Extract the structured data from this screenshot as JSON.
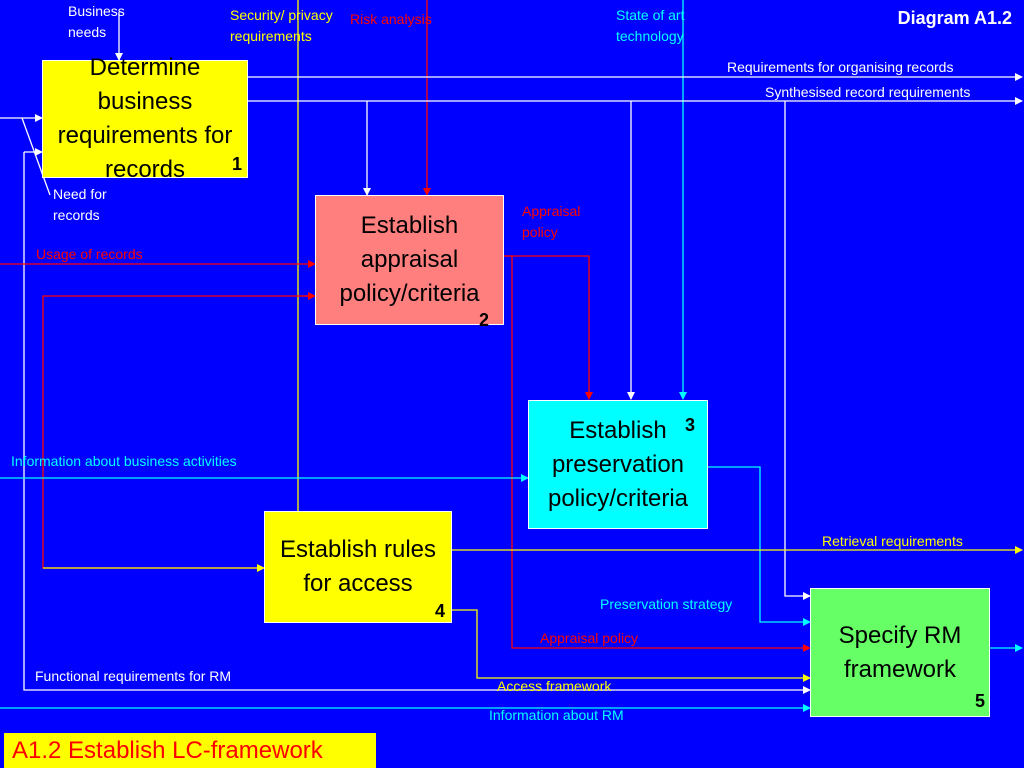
{
  "diagram_title": "Diagram A1.2",
  "footer_title": "A1.2 Establish LC-framework",
  "colors": {
    "background": "#0000ff",
    "yellow": "#ffff00",
    "red": "#ff0000",
    "cyan": "#00ffff",
    "white": "#ffffff",
    "box1": "#ffff00",
    "box2": "#ff7f7f",
    "box3": "#00ffff",
    "box4": "#ffff00",
    "box5": "#66ff66"
  },
  "boxes": [
    {
      "id": "1",
      "text": "Determine business requirements for records",
      "number": "1"
    },
    {
      "id": "2",
      "text": "Establish appraisal policy/criteria",
      "number": "2"
    },
    {
      "id": "3",
      "text": "Establish preservation policy/criteria",
      "number": "3"
    },
    {
      "id": "4",
      "text": "Establish rules for access",
      "number": "4"
    },
    {
      "id": "5",
      "text": "Specify RM framework",
      "number": "5"
    }
  ],
  "labels": {
    "business_needs": "Business needs",
    "security_privacy": "Security/ privacy requirements",
    "risk_analysis": "Risk analysis",
    "state_of_art": "State of art technology",
    "req_organising": "Requirements for organising records",
    "synthesised": "Synthesised record requirements",
    "need_for_records": "Need for records",
    "appraisal_policy_1": "Appraisal policy",
    "usage_of_records": "Usage of records",
    "info_business_activities": "Information about business activities",
    "retrieval_requirements": "Retrieval requirements",
    "preservation_strategy": "Preservation strategy",
    "appraisal_policy_2": "Appraisal policy",
    "functional_requirements": "Functional requirements for RM",
    "access_framework": "Access framework",
    "info_about_rm": "Information about RM"
  }
}
